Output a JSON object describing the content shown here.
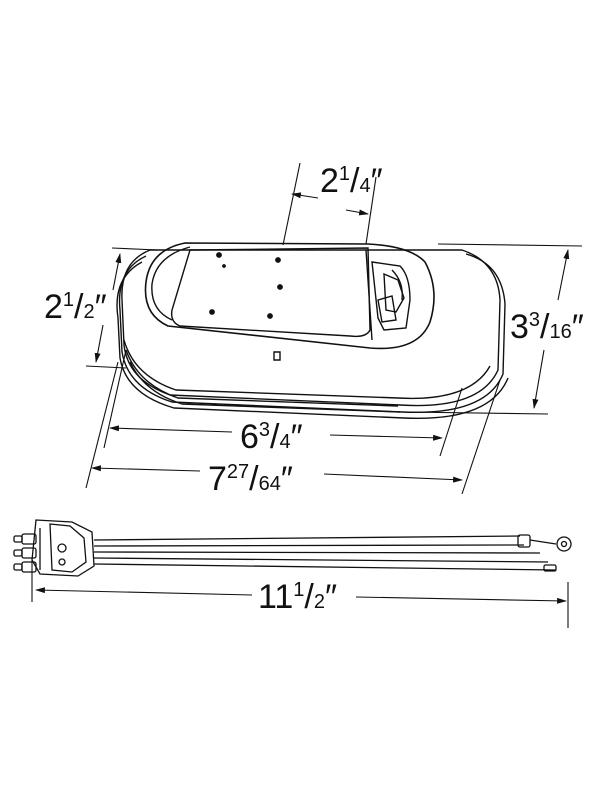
{
  "dimensions": {
    "depth": {
      "whole": "2",
      "num": "1",
      "den": "4",
      "unit": "″"
    },
    "height": {
      "whole": "2",
      "num": "1",
      "den": "2",
      "unit": "″"
    },
    "width": {
      "whole": "3",
      "num": "3",
      "den": "16",
      "unit": "″"
    },
    "body_length": {
      "whole": "6",
      "num": "3",
      "den": "4",
      "unit": "″"
    },
    "overall_length": {
      "whole": "7",
      "num": "27",
      "den": "64",
      "unit": "″"
    },
    "harness_length": {
      "whole": "11",
      "num": "1",
      "den": "2",
      "unit": "″"
    }
  },
  "colors": {
    "line": "#111111",
    "background": "#ffffff"
  },
  "icons": [
    "oval-lamp-drawing",
    "wire-harness-drawing",
    "plug-connector-icon",
    "ring-terminal-icon"
  ]
}
